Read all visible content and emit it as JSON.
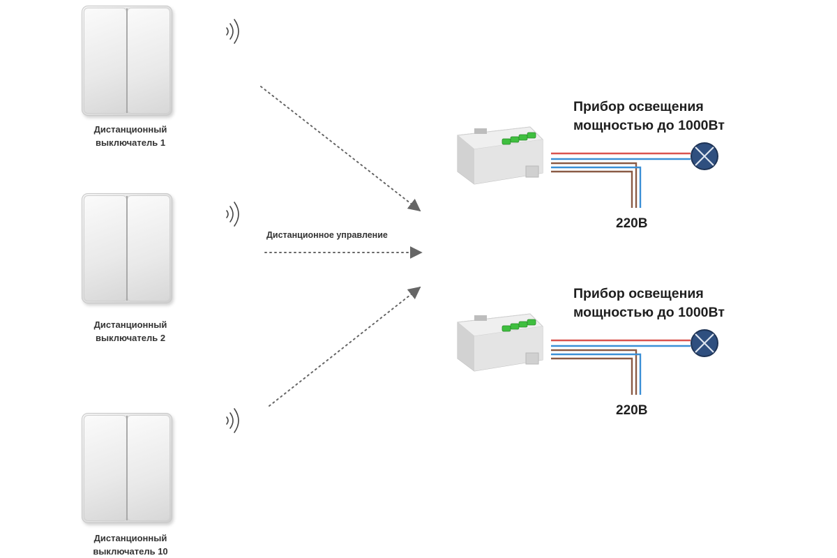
{
  "switches": [
    {
      "label_line1": "Дистанционный",
      "label_line2": "выключатель 1"
    },
    {
      "label_line1": "Дистанционный",
      "label_line2": "выключатель 2"
    },
    {
      "label_line1": "Дистанционный",
      "label_line2": "выключатель 10"
    }
  ],
  "control_label": "Дистанционное управление",
  "devices": [
    {
      "title_line1": "Прибор освещения",
      "title_line2": "мощностью до 1000Вт",
      "voltage": "220В"
    },
    {
      "title_line1": "Прибор освещения",
      "title_line2": "мощностью до 1000Вт",
      "voltage": "220В"
    }
  ],
  "colors": {
    "wire_red": "#d9534f",
    "wire_blue": "#3a8fd6",
    "wire_brown": "#8a5a44",
    "lamp_fill": "#2f4f7f",
    "relay_led": "#3fbf3f",
    "arrow": "#666666"
  },
  "icons": [
    "wifi-signal-icon",
    "lamp-icon",
    "relay-module-icon",
    "wall-switch-icon"
  ]
}
